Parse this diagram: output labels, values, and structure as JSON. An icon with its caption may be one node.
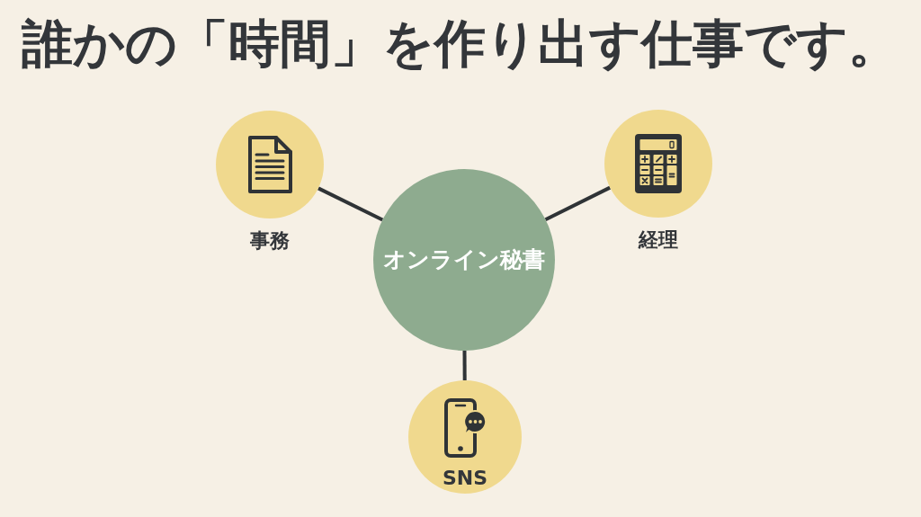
{
  "diagram": {
    "title": "誰かの「時間」を作り出す仕事です。",
    "nodes": [
      {
        "text": [
          "オンライン秘書"
        ]
      },
      {
        "text": [
          "事務"
        ]
      },
      {
        "text": [
          "経理"
        ]
      },
      {
        "text": [
          "SNS"
        ]
      }
    ],
    "edges": [
      {
        "from": 0,
        "to": 1,
        "arrow": "none"
      },
      {
        "from": 0,
        "to": 2,
        "arrow": "none"
      },
      {
        "from": 0,
        "to": 3,
        "arrow": "none"
      }
    ]
  }
}
